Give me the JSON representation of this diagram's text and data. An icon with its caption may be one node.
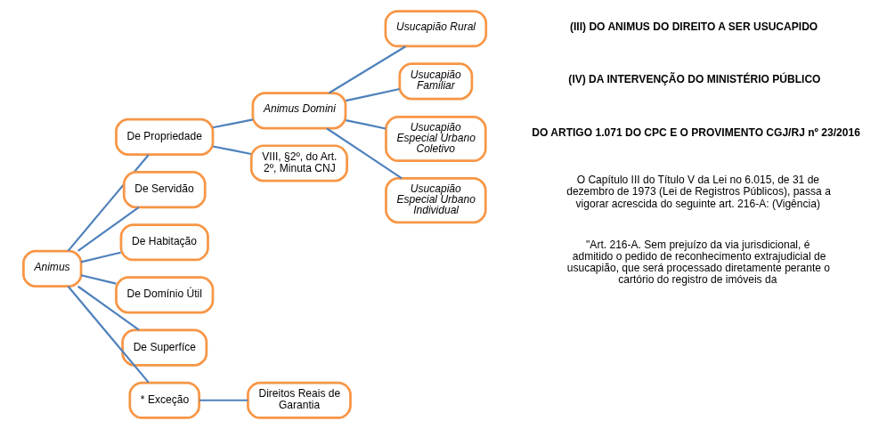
{
  "diagram": {
    "nodes": [
      {
        "text": [
          "Animus"
        ]
      },
      {
        "text": [
          "De Propriedade"
        ]
      },
      {
        "text": [
          "De Servidão"
        ]
      },
      {
        "text": [
          "De Habitação"
        ]
      },
      {
        "text": [
          "De Domínio Útil"
        ]
      },
      {
        "text": [
          "De Superfíce"
        ]
      },
      {
        "text": [
          "* Exceção"
        ]
      },
      {
        "text": [
          "Animus Domini"
        ]
      },
      {
        "text": [
          "VIII, §2º, do Art. 2º, Minuta CNJ"
        ]
      },
      {
        "text": [
          "Usucapião Rural"
        ]
      },
      {
        "text": [
          "Usucapião Familiar"
        ]
      },
      {
        "text": [
          "Usucapião Especial Urbano Coletivo"
        ]
      },
      {
        "text": [
          "Usucapião Especial Urbano Individual"
        ]
      },
      {
        "text": [
          "Direitos Reais de Garantia"
        ]
      }
    ],
    "edges": [
      {
        "from": 0,
        "to": 1,
        "arrow": "none"
      },
      {
        "from": 0,
        "to": 2,
        "arrow": "none"
      },
      {
        "from": 0,
        "to": 3,
        "arrow": "none"
      },
      {
        "from": 0,
        "to": 4,
        "arrow": "none"
      },
      {
        "from": 0,
        "to": 5,
        "arrow": "none"
      },
      {
        "from": 0,
        "to": 6,
        "arrow": "none"
      },
      {
        "from": 1,
        "to": 7,
        "arrow": "none"
      },
      {
        "from": 1,
        "to": 8,
        "arrow": "none"
      },
      {
        "from": 7,
        "to": 9,
        "arrow": "none"
      },
      {
        "from": 7,
        "to": 10,
        "arrow": "none"
      },
      {
        "from": 7,
        "to": 11,
        "arrow": "none"
      },
      {
        "from": 7,
        "to": 12,
        "arrow": "none"
      },
      {
        "from": 6,
        "to": 13,
        "arrow": "none"
      }
    ],
    "labels": [
      "(III) DO ANIMUS DO DIREITO A SER USUCAPIDO",
      "(IV) DA INTERVENÇÃO DO MINISTÉRIO PÚBLICO",
      "DO ARTIGO 1.071 DO CPC E O PROVIMENTO CGJ/RJ nº 23/2016",
      "O Capítulo III do Título V da Lei no 6.015, de 31 de dezembro de 1973 (Lei de Registros Públicos), passa a vigorar acrescida do seguinte art. 216-A: (Vigência)",
      "\"Art. 216-A. Sem prejuízo da via jurisdicional, é admitido o pedido de reconhecimento extrajudicial de usucapião, que será processado diretamente perante o cartório do registro de imóveis da"
    ]
  }
}
